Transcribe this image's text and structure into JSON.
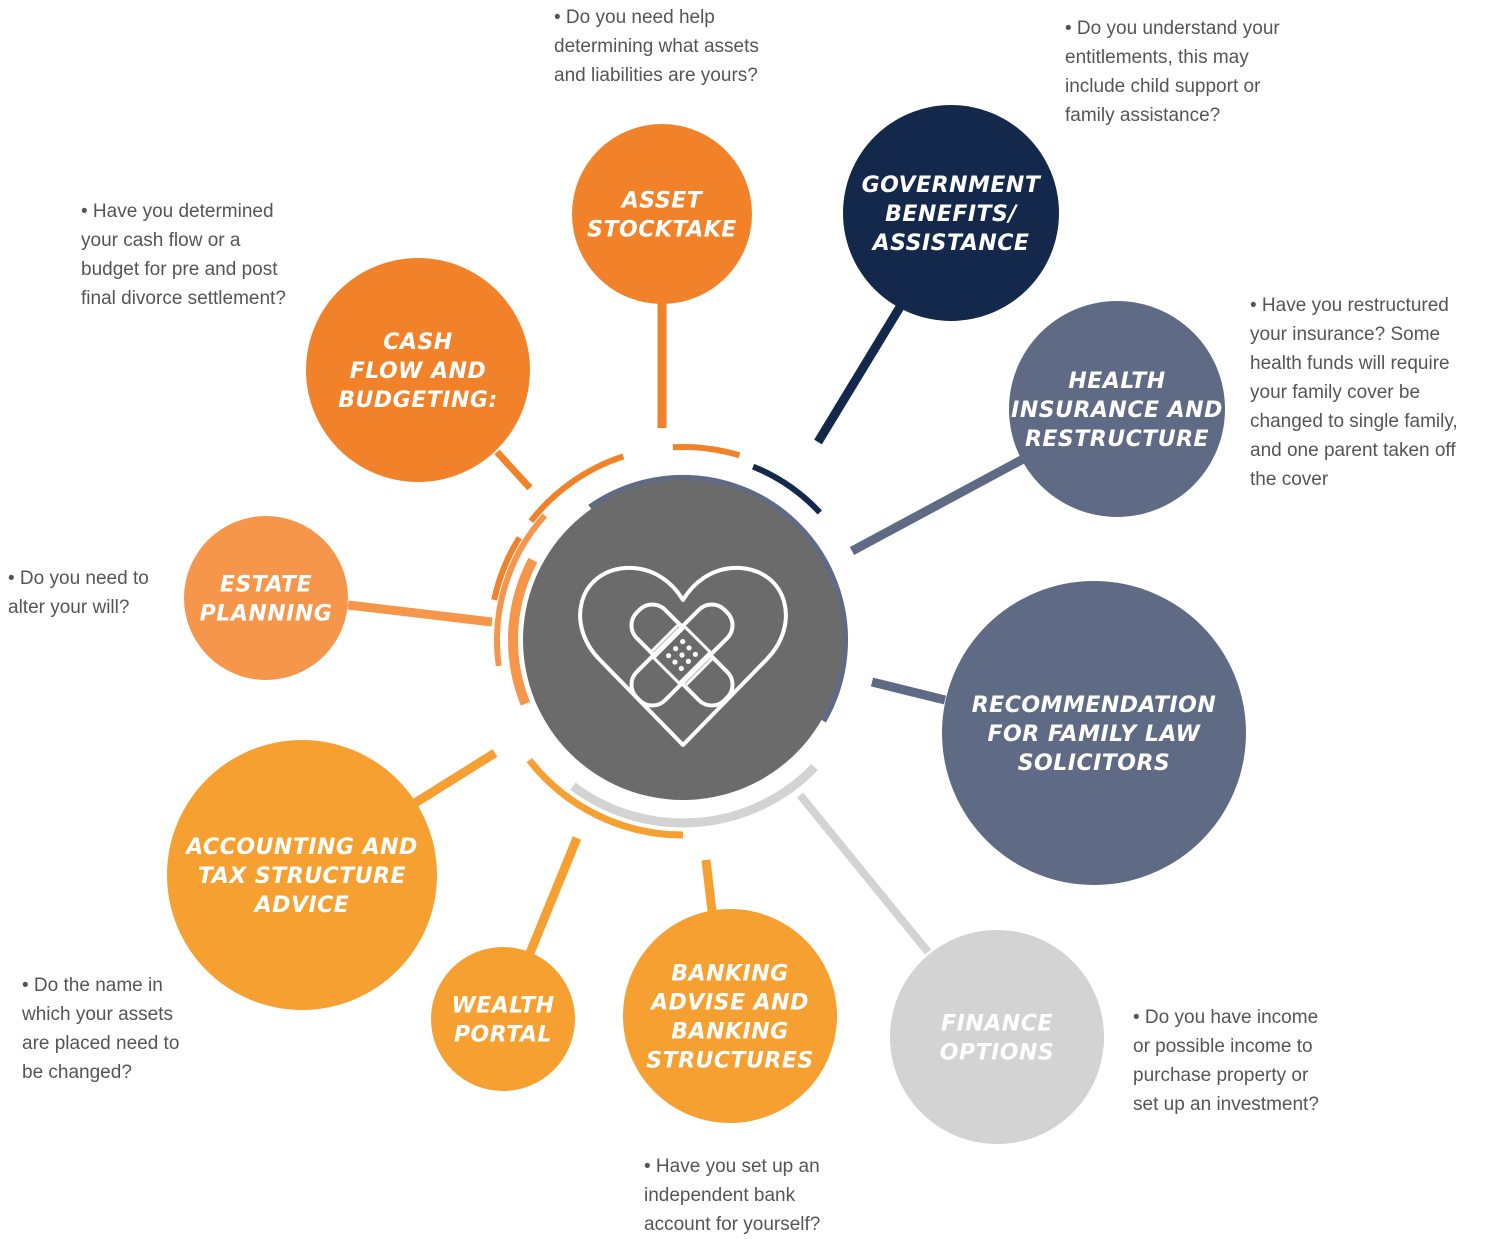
{
  "colors": {
    "orange_dark": "#f2822a",
    "orange_light": "#f5964a",
    "orange_yellow": "#f5a030",
    "navy": "#13284b",
    "slate": "#5f6b84",
    "light_gray": "#d3d3d3",
    "hub_gray": "#6b6b6b"
  },
  "hub": {
    "icon": "heart-bandage-icon"
  },
  "nodes": [
    {
      "id": "asset-stocktake",
      "lines": [
        "ASSET",
        "STOCKTAKE"
      ],
      "color": "orange_dark"
    },
    {
      "id": "government-benefits",
      "lines": [
        "GOVERNMENT",
        "BENEFITS/",
        "ASSISTANCE"
      ],
      "color": "navy"
    },
    {
      "id": "health-insurance",
      "lines": [
        "HEALTH",
        "INSURANCE AND",
        "RESTRUCTURE"
      ],
      "color": "slate"
    },
    {
      "id": "family-law",
      "lines": [
        "RECOMMENDATION",
        "FOR FAMILY LAW",
        "SOLICITORS"
      ],
      "color": "slate"
    },
    {
      "id": "finance-options",
      "lines": [
        "FINANCE",
        "OPTIONS"
      ],
      "color": "light_gray"
    },
    {
      "id": "banking",
      "lines": [
        "BANKING",
        "ADVISE AND",
        "BANKING",
        "STRUCTURES"
      ],
      "color": "orange_yellow"
    },
    {
      "id": "wealth-portal",
      "lines": [
        "WEALTH",
        "PORTAL"
      ],
      "color": "orange_yellow"
    },
    {
      "id": "accounting-tax",
      "lines": [
        "ACCOUNTING AND",
        "TAX STRUCTURE",
        "ADVICE"
      ],
      "color": "orange_yellow"
    },
    {
      "id": "estate-planning",
      "lines": [
        "ESTATE",
        "PLANNING"
      ],
      "color": "orange_light"
    },
    {
      "id": "cash-flow",
      "lines": [
        "CASH",
        "FLOW AND",
        "BUDGETING:"
      ],
      "color": "orange_dark"
    }
  ],
  "notes": [
    {
      "id": "asset",
      "lines": [
        "• Do you need help",
        "determining what assets",
        "and liabilities are yours?"
      ]
    },
    {
      "id": "government",
      "lines": [
        "• Do you understand your",
        "entitlements, this may",
        "include child support or",
        "family assistance?"
      ]
    },
    {
      "id": "health",
      "lines": [
        "• Have you restructured",
        "your insurance? Some",
        "health funds will require",
        "your family cover be",
        "changed to single family,",
        "and one parent taken off",
        "the cover"
      ]
    },
    {
      "id": "cashflow",
      "lines": [
        "• Have you determined",
        "your cash flow or a",
        "budget for pre and post",
        "final divorce settlement?"
      ]
    },
    {
      "id": "estate",
      "lines": [
        "• Do you need to",
        "alter your will?"
      ]
    },
    {
      "id": "accounting",
      "lines": [
        "• Do the name in",
        "which your assets",
        "are placed need to",
        "be changed?"
      ]
    },
    {
      "id": "banking",
      "lines": [
        "• Have you set up an",
        "independent bank",
        "account for yourself?"
      ]
    },
    {
      "id": "finance",
      "lines": [
        "• Do you have income",
        "or possible income to",
        "purchase property or",
        "set up an investment?"
      ]
    }
  ]
}
